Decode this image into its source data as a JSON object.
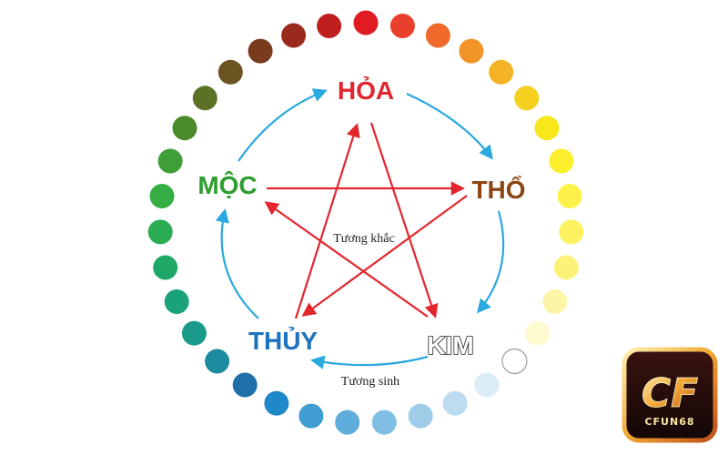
{
  "diagram": {
    "elements": [
      {
        "key": "hoa",
        "label": "HỎA",
        "color": "#e0262e"
      },
      {
        "key": "tho",
        "label": "THỔ",
        "color": "#8b4513"
      },
      {
        "key": "kim",
        "label": "KIM",
        "color": "#ffffff"
      },
      {
        "key": "thuy",
        "label": "THỦY",
        "color": "#1e73be"
      },
      {
        "key": "moc",
        "label": "MỘC",
        "color": "#2e9e2e"
      }
    ],
    "center_label": "Tương khắc",
    "cycle_label": "Tương sinh",
    "arrow_colors": {
      "generating": "#2aa8e0",
      "overcoming": "#e3262e"
    },
    "ring_colors": [
      "#e01b22",
      "#e8402b",
      "#ef6a2a",
      "#f29327",
      "#f3b324",
      "#f6d01f",
      "#f9e61c",
      "#fcef2e",
      "#fdf24a",
      "#fcf15e",
      "#fcf27a",
      "#fcf5a8",
      "#fdfad0",
      "#ffffff",
      "#dcecf7",
      "#bddcf1",
      "#9fcde9",
      "#7fbde3",
      "#5eaddb",
      "#3f9dd2",
      "#1f88c6",
      "#1f6fa8",
      "#1c8ba0",
      "#1a9a8a",
      "#1aa37a",
      "#1fa768",
      "#2aad55",
      "#37ad45",
      "#3f9e36",
      "#4a8a2b",
      "#5b7224",
      "#6b5422",
      "#7a3a1e",
      "#9a2a1c",
      "#bf1f1f"
    ]
  },
  "logo": {
    "text": "CF",
    "subtext": "CFUN68"
  }
}
